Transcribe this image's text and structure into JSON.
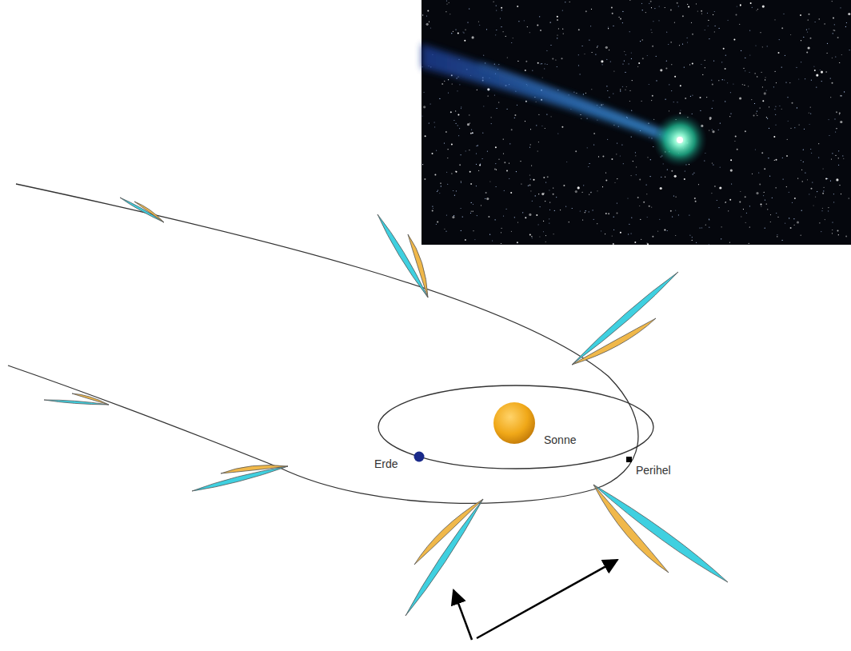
{
  "diagram": {
    "labels": [
      "Sonne",
      "Erde",
      "Perihel"
    ]
  }
}
